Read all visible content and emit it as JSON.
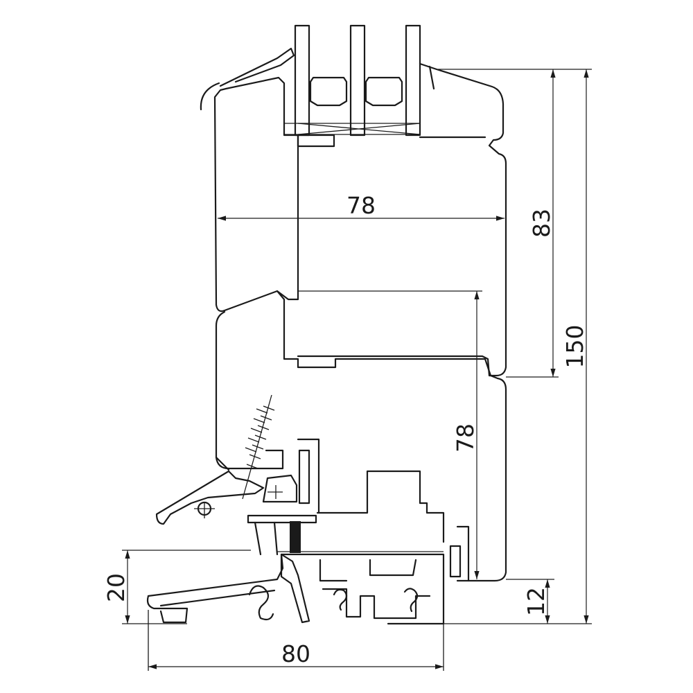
{
  "drawing": {
    "description_free": true,
    "colors": {
      "line": "#1a1a1a",
      "background": "#ffffff"
    },
    "dimensions": {
      "top_sash_width": "78",
      "top_sash_height": "83",
      "bottom_sash_height": "78",
      "total_height": "150",
      "sill_height": "20",
      "sill_width": "80",
      "bottom_offset": "12"
    }
  }
}
